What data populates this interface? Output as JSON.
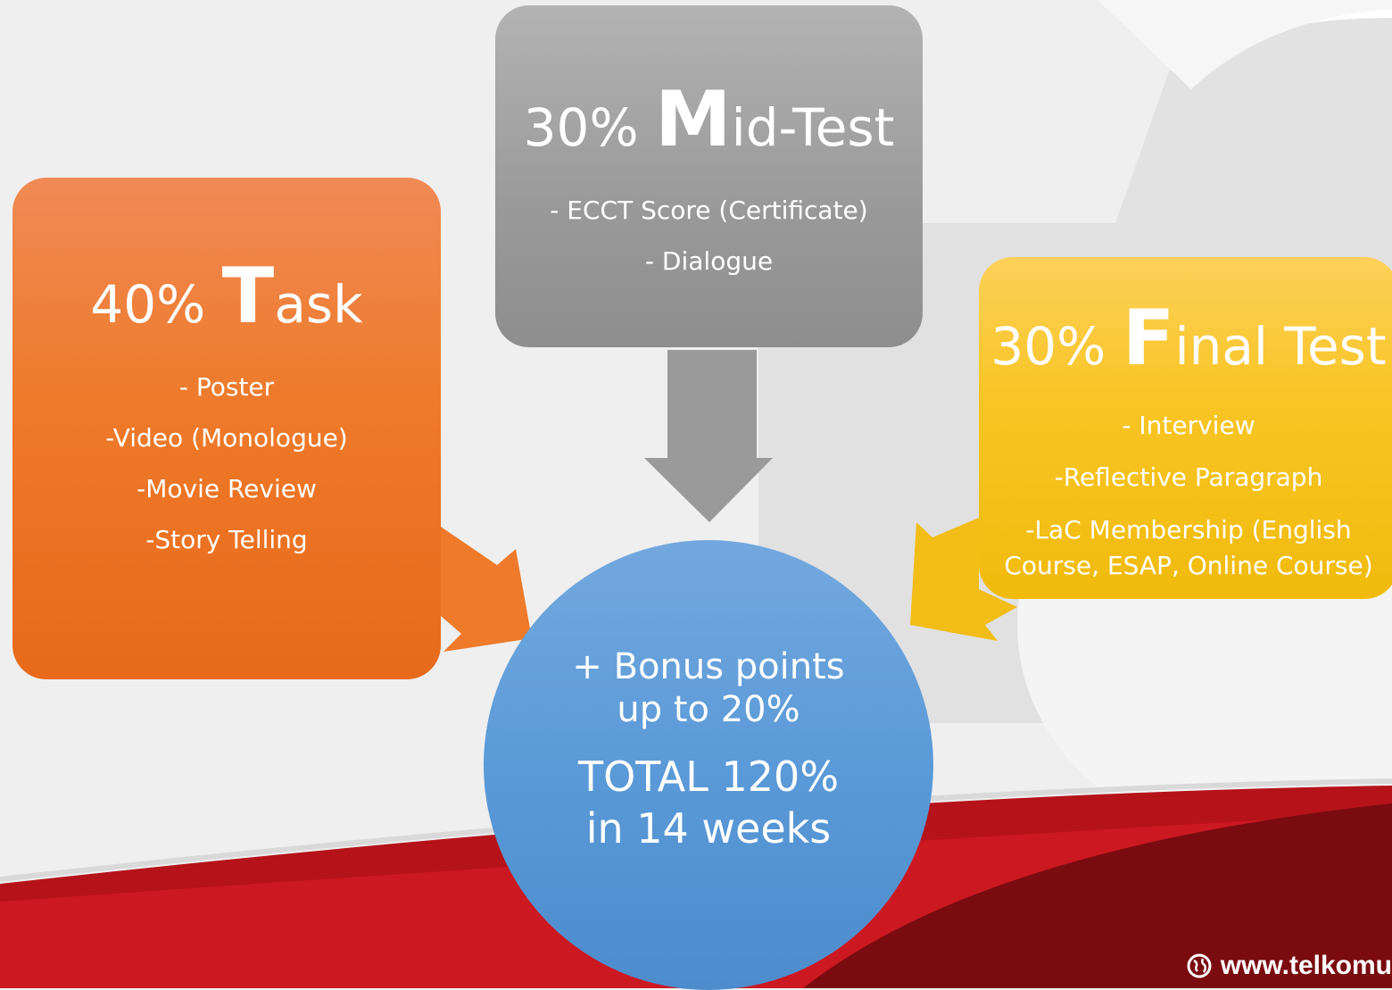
{
  "task": {
    "percent": "40%",
    "initial": "T",
    "rest": "ask",
    "items": [
      "- Poster",
      "-Video (Monologue)",
      "-Movie Review",
      "-Story Telling"
    ],
    "color": "#ee7a2a"
  },
  "mid_test": {
    "percent": "30%",
    "initial": "M",
    "rest": "id-Test",
    "items": [
      "- ECCT Score (Certificate)",
      "- Dialogue"
    ],
    "color": "#999999"
  },
  "final_test": {
    "percent": "30%",
    "initial": "F",
    "rest": "inal Test",
    "items": [
      "- Interview",
      "-Reflective Paragraph",
      "-LaC Membership (English Course, ESAP, Online Course)"
    ],
    "color": "#f8c526"
  },
  "summary": {
    "bonus_line1": "+ Bonus points",
    "bonus_line2": "up to 20%",
    "total_line1": "TOTAL 120%",
    "total_line2": "in 14 weeks",
    "color": "#5b9ad8"
  },
  "footer": {
    "website": "www.telkomu",
    "icon": "globe-icon",
    "band_color": "#c0141b"
  }
}
